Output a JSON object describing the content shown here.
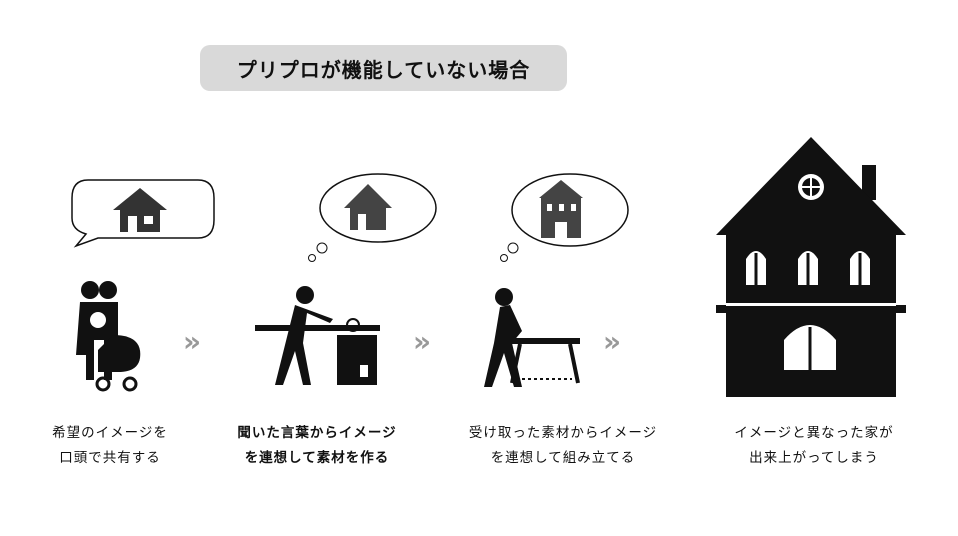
{
  "title": "プリプロが機能していない場合",
  "steps": [
    {
      "line1": "希望のイメージを",
      "line2": "口頭で共有する"
    },
    {
      "line1": "聞いた言葉からイメージ",
      "line2": "を連想して素材を作る"
    },
    {
      "line1": "受け取った素材からイメージ",
      "line2": "を連想して組み立てる"
    },
    {
      "line1": "イメージと異なった家が",
      "line2": "出来上がってしまう"
    }
  ],
  "arrow": "»"
}
